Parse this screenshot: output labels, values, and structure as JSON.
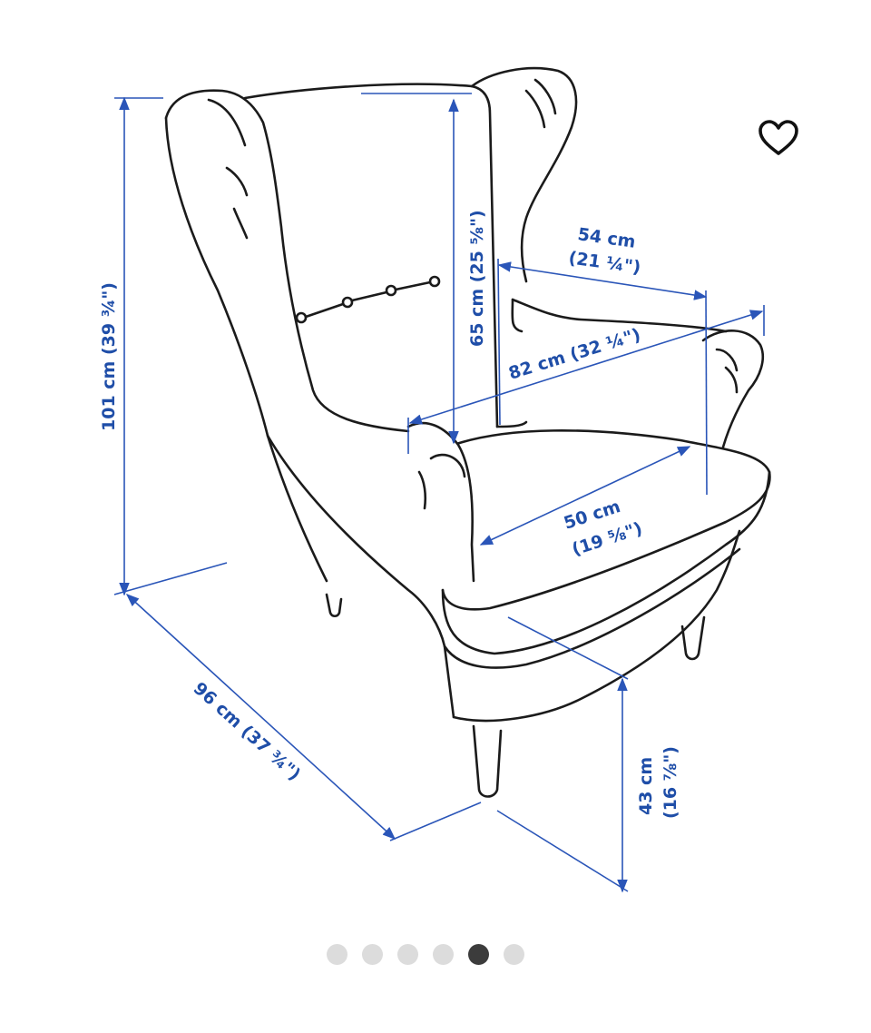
{
  "dimensions": {
    "height_total": "101 cm (39 ¾\")",
    "back_height": "65 cm (25 ⅝\")",
    "seat_depth": {
      "cm": "54 cm",
      "in": "(21 ¼\")"
    },
    "width": "82 cm (32 ¼\")",
    "seat_width": {
      "cm": "50 cm",
      "in": "(19 ⅝\")"
    },
    "depth": "96 cm (37 ¾\")",
    "seat_height": {
      "cm": "43 cm",
      "in": "(16 ⅞\")"
    }
  },
  "favorite": {
    "icon": "heart-outline-icon"
  },
  "pager": {
    "dots": [
      {
        "active": false
      },
      {
        "active": false
      },
      {
        "active": false
      },
      {
        "active": false
      },
      {
        "active": true
      },
      {
        "active": false
      }
    ]
  },
  "colors": {
    "dimension": "#1f4ea8",
    "line": "#1b1b1b",
    "dot_inactive": "#dcdcdc",
    "dot_active": "#3c3c3c"
  }
}
